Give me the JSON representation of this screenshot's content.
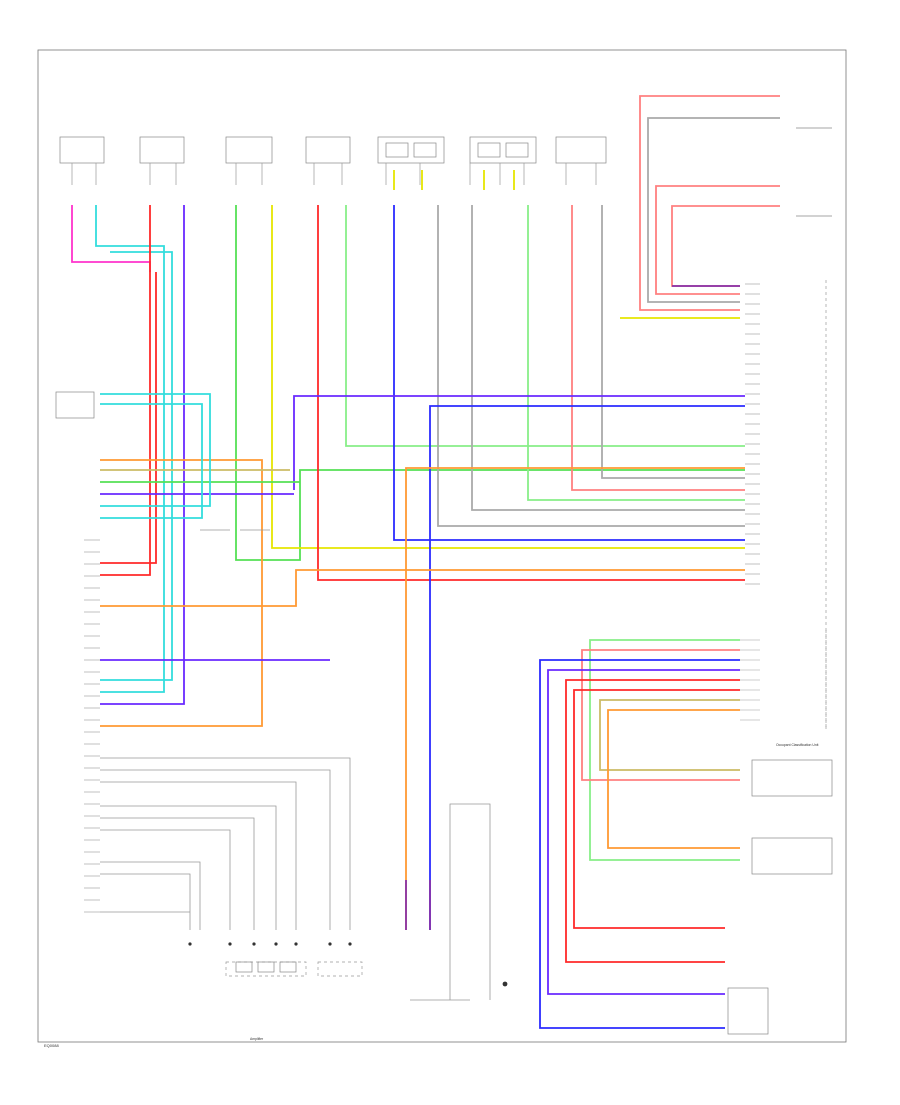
{
  "diagram": {
    "code": "EQ0088",
    "bottom_label": "Amplifier",
    "module_label": "Occupant Classification Unit"
  },
  "colors": {
    "red": "#ff2a2a",
    "pink": "#ff33cc",
    "cyan": "#33dddd",
    "blue": "#2b2bff",
    "violet": "#6a2aff",
    "green": "#55e055",
    "yellow": "#e6e600",
    "orange": "#ff9933",
    "purple": "#8833aa",
    "light_green": "#88ee88",
    "tan": "#ccbb66",
    "grey": "#aaaaaa"
  }
}
